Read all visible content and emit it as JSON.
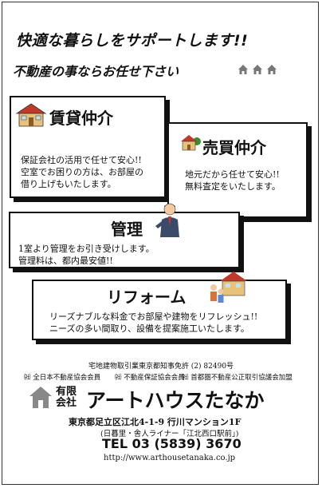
{
  "header": {
    "headline": "快適な暮らしをサポートします!!",
    "subheadline": "不動産の事ならお任せ下さい"
  },
  "services": {
    "chintai": {
      "title": "賃貸仲介",
      "lines": [
        "保証会社の活用で任せて安心!!",
        "空室でお困りの方は、お部屋の",
        "借り上げもいたします。"
      ]
    },
    "baibai": {
      "title": "売買仲介",
      "lines": [
        "地元だから任せて安心!!",
        "無料査定をいたします。"
      ]
    },
    "kanri": {
      "title": "管理",
      "lines": [
        "1室より管理をお引き受けします。",
        "管理料は、都内最安値!!"
      ]
    },
    "reform": {
      "title": "リフォーム",
      "lines": [
        "リーズナブルな料金でお部屋や建物をリフレッシュ!!",
        "ニーズの多い間取り、設備を提案施工いたします。"
      ]
    }
  },
  "company": {
    "license": "宅地建物取引業東京都知事免許 (2) 82490号",
    "associations": [
      "㈳ 全日本不動産協会会員",
      "㈳ 不動産保証協会会員",
      "㈳ 首都圏不動産公正取引協議会加盟"
    ],
    "corp_type": "有限会社",
    "name": "アートハウスたなか",
    "address": "東京都足立区江北4-1-9 行川マンション1F",
    "access": "(日暮里・舎人ライナー「江北西口駅前」)",
    "tel": "TEL 03 (5839) 3670",
    "url": "http://www.arthousetanaka.co.jp"
  },
  "icons": [
    "house-small-icon",
    "house-icon",
    "businessman-icon",
    "couple-house-icon",
    "company-logo-icon"
  ],
  "colors": {
    "text": "#111111",
    "roof": "#c0392b",
    "house_wall": "#e8c27a",
    "tree": "#3c8d2f"
  }
}
